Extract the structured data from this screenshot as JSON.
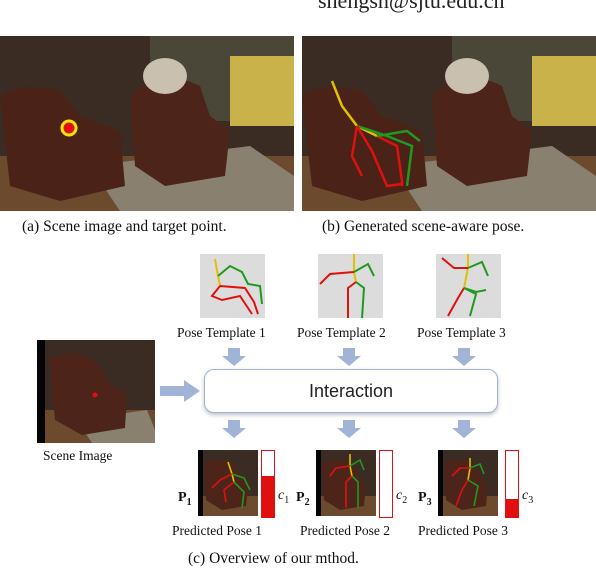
{
  "header_text": "shengsh@sjtu.edu.cn",
  "captions": {
    "a": "(a) Scene image and target point.",
    "b": "(b) Generated scene-aware pose.",
    "c": "(c) Overview of our mthod."
  },
  "pose_templates": [
    {
      "label": "Pose Template 1"
    },
    {
      "label": "Pose Template 2"
    },
    {
      "label": "Pose Template 3"
    }
  ],
  "interaction_label": "Interaction",
  "scene_image_label": "Scene Image",
  "predictions": [
    {
      "label": "Predicted Pose 1",
      "p": "P",
      "p_sub": "1",
      "c": "c",
      "c_sub": "1",
      "confidence": 0.62
    },
    {
      "label": "Predicted Pose 2",
      "p": "P",
      "p_sub": "2",
      "c": "c",
      "c_sub": "2",
      "confidence": 0.0
    },
    {
      "label": "Predicted Pose 3",
      "p": "P",
      "p_sub": "3",
      "c": "c",
      "c_sub": "3",
      "confidence": 0.28
    }
  ],
  "colors": {
    "arrow": "#9fb4d6",
    "confidence": "#e01010",
    "pose_left": "#e01010",
    "pose_right": "#1f9a1f",
    "pose_head": "#e0c000"
  }
}
